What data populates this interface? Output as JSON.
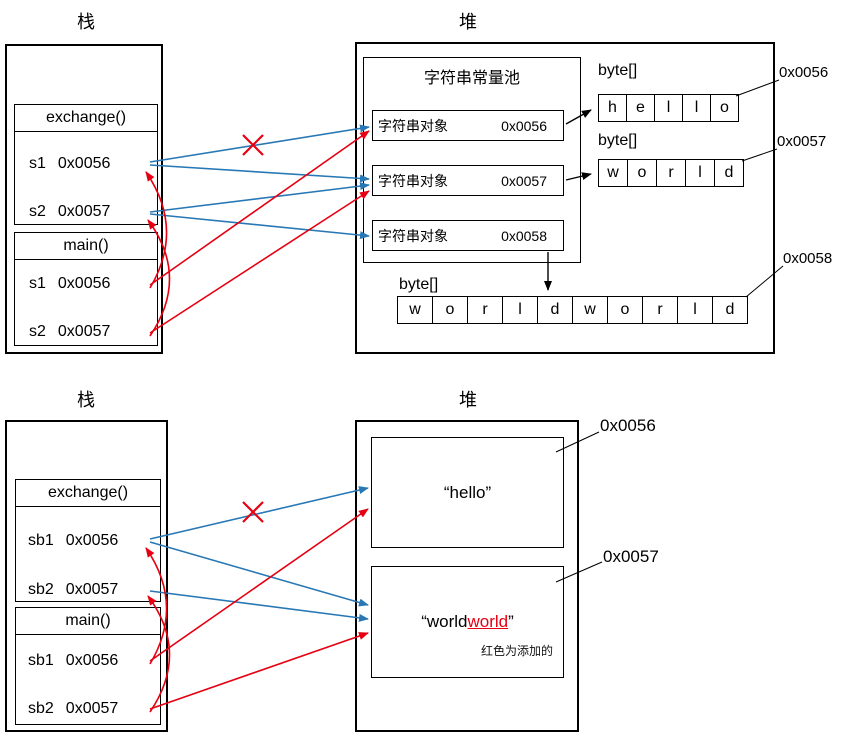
{
  "top": {
    "stack_label": "栈",
    "heap_label": "堆",
    "exchange_frame": {
      "title": "exchange()",
      "var1_name": "s1",
      "var1_value": "0x0056",
      "var2_name": "s2",
      "var2_value": "0x0057"
    },
    "main_frame": {
      "title": "main()",
      "var1_name": "s1",
      "var1_value": "0x0056",
      "var2_name": "s2",
      "var2_value": "0x0057"
    },
    "pool": {
      "title": "字符串常量池",
      "objects": [
        {
          "label": "字符串对象",
          "addr": "0x0056"
        },
        {
          "label": "字符串对象",
          "addr": "0x0057"
        },
        {
          "label": "字符串对象",
          "addr": "0x0058"
        }
      ]
    },
    "arrays": {
      "hello": {
        "type_label": "byte[]",
        "addr": "0x0056",
        "cells": [
          "h",
          "e",
          "l",
          "l",
          "o"
        ]
      },
      "world": {
        "type_label": "byte[]",
        "addr": "0x0057",
        "cells": [
          "w",
          "o",
          "r",
          "l",
          "d"
        ]
      },
      "worldworld": {
        "type_label": "byte[]",
        "addr": "0x0058",
        "cells": [
          "w",
          "o",
          "r",
          "l",
          "d",
          "w",
          "o",
          "r",
          "l",
          "d"
        ]
      }
    }
  },
  "bottom": {
    "stack_label": "栈",
    "heap_label": "堆",
    "exchange_frame": {
      "title": "exchange()",
      "var1_name": "sb1",
      "var1_value": "0x0056",
      "var2_name": "sb2",
      "var2_value": "0x0057"
    },
    "main_frame": {
      "title": "main()",
      "var1_name": "sb1",
      "var1_value": "0x0056",
      "var2_name": "sb2",
      "var2_value": "0x0057"
    },
    "hello_object": {
      "addr": "0x0056",
      "text": "“hello”"
    },
    "world_object": {
      "addr": "0x0057",
      "text_base": "“world",
      "text_added": "world",
      "text_close": "”",
      "note": "红色为添加的"
    }
  },
  "colors": {
    "blue_arrow": "#2878b5",
    "red_arrow": "#e60012",
    "line": "#000000",
    "added_text": "#e60012"
  }
}
